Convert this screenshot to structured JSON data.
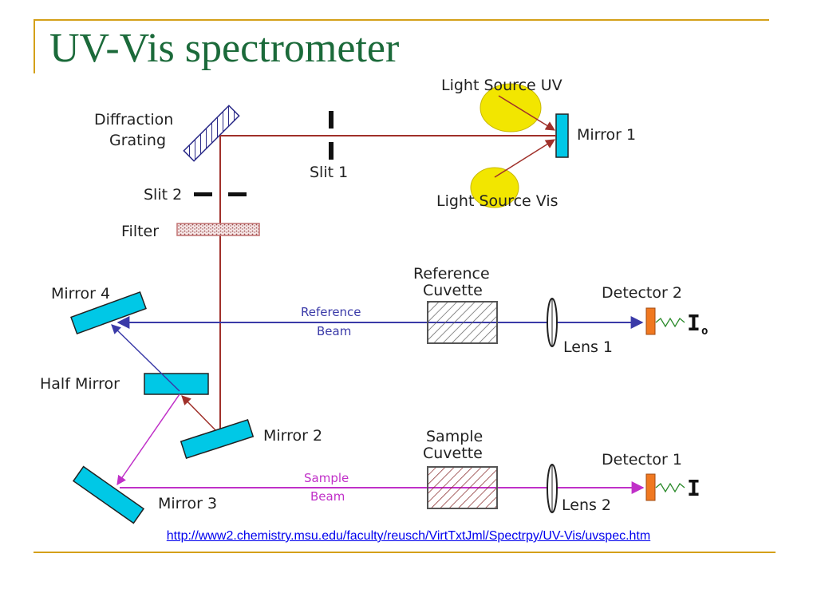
{
  "title": "UV-Vis spectrometer",
  "source_url": "http://www2.chemistry.msu.edu/faculty/reusch/VirtTxtJml/Spectrpy/UV-Vis/uvspec.htm",
  "labels": {
    "light_source_uv": "Light Source UV",
    "light_source_vis": "Light Source Vis",
    "mirror_1": "Mirror 1",
    "diffraction_line1": "Diffraction",
    "diffraction_line2": "Grating",
    "slit_1": "Slit 1",
    "slit_2": "Slit 2",
    "filter": "Filter",
    "mirror_4": "Mirror 4",
    "half_mirror": "Half Mirror",
    "mirror_2": "Mirror 2",
    "mirror_3": "Mirror 3",
    "reference_beam_line1": "Reference",
    "reference_beam_line2": "Beam",
    "sample_beam_line1": "Sample",
    "sample_beam_line2": "Beam",
    "reference_cuvette_line1": "Reference",
    "reference_cuvette_line2": "Cuvette",
    "sample_cuvette_line1": "Sample",
    "sample_cuvette_line2": "Cuvette",
    "lens_1": "Lens 1",
    "lens_2": "Lens 2",
    "detector_2": "Detector 2",
    "detector_1": "Detector 1",
    "intensity_reference": "I",
    "intensity_reference_sub": "o",
    "intensity_sample": "I"
  },
  "colors": {
    "title": "#1b6a3a",
    "accent_lines": "#d4a019",
    "source_beam": "#a0302a",
    "reference_beam": "#3a3aa8",
    "sample_beam": "#c030c8",
    "mirror_fill": "#00c8e6",
    "lamp_fill": "#f2e600",
    "detector_fill": "#f07820",
    "link": "#0000ee"
  }
}
